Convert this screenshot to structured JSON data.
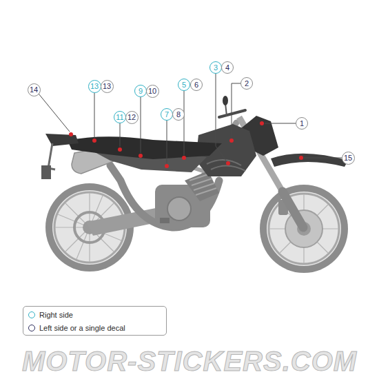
{
  "diagram": {
    "nodes": [
      {
        "text": [
          "3"
        ]
      },
      {
        "text": [
          "4"
        ]
      },
      {
        "text": [
          "2"
        ]
      },
      {
        "text": [
          "14"
        ]
      },
      {
        "text": [
          "13"
        ]
      },
      {
        "text": [
          "13"
        ]
      },
      {
        "text": [
          "9"
        ]
      },
      {
        "text": [
          "10"
        ]
      },
      {
        "text": [
          "5"
        ]
      },
      {
        "text": [
          "6"
        ]
      },
      {
        "text": [
          "7"
        ]
      },
      {
        "text": [
          "8"
        ]
      },
      {
        "text": [
          "11"
        ]
      },
      {
        "text": [
          "12"
        ]
      },
      {
        "text": [
          "1"
        ]
      },
      {
        "text": [
          "15"
        ]
      }
    ],
    "labels": [
      "MOTOR-STICKERS.COM"
    ],
    "legend": [
      {
        "text": "Right side"
      },
      {
        "text": "Left side or a single decal"
      }
    ]
  }
}
